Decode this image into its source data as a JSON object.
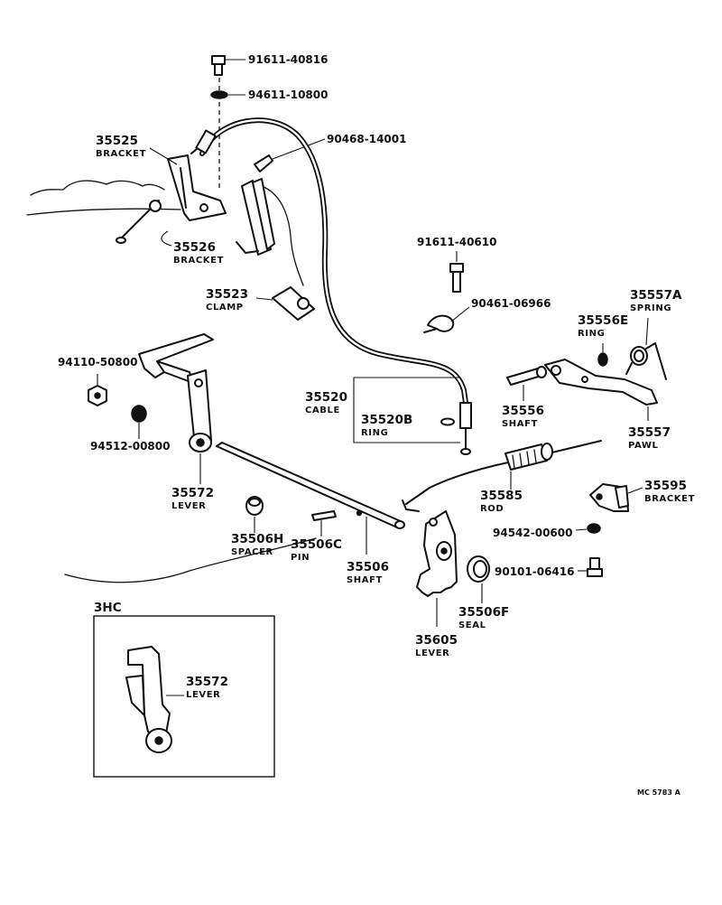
{
  "diagram": {
    "parts": [
      {
        "id": "91611-40816",
        "name": ""
      },
      {
        "id": "94611-10800",
        "name": ""
      },
      {
        "id": "35525",
        "name": "BRACKET"
      },
      {
        "id": "90468-14001",
        "name": ""
      },
      {
        "id": "35526",
        "name": "BRACKET"
      },
      {
        "id": "91611-40610",
        "name": ""
      },
      {
        "id": "90461-06966",
        "name": ""
      },
      {
        "id": "35523",
        "name": "CLAMP"
      },
      {
        "id": "35557A",
        "name": "SPRING"
      },
      {
        "id": "35556E",
        "name": "RING"
      },
      {
        "id": "94110-50800",
        "name": ""
      },
      {
        "id": "35520",
        "name": "CABLE"
      },
      {
        "id": "35520B",
        "name": "RING"
      },
      {
        "id": "35556",
        "name": "SHAFT"
      },
      {
        "id": "35557",
        "name": "PAWL"
      },
      {
        "id": "94512-00800",
        "name": ""
      },
      {
        "id": "35595",
        "name": "BRACKET"
      },
      {
        "id": "35572",
        "name": "LEVER"
      },
      {
        "id": "35585",
        "name": "ROD"
      },
      {
        "id": "94542-00600",
        "name": ""
      },
      {
        "id": "35506H",
        "name": "SPACER"
      },
      {
        "id": "35506C",
        "name": "PIN"
      },
      {
        "id": "90101-06416",
        "name": ""
      },
      {
        "id": "35506",
        "name": "SHAFT"
      },
      {
        "id": "35506F",
        "name": "SEAL"
      },
      {
        "id": "35605",
        "name": "LEVER"
      }
    ],
    "inset": {
      "title": "3HC",
      "part": {
        "id": "35572",
        "name": "LEVER"
      }
    },
    "ref_code": "MC 5783 A"
  }
}
